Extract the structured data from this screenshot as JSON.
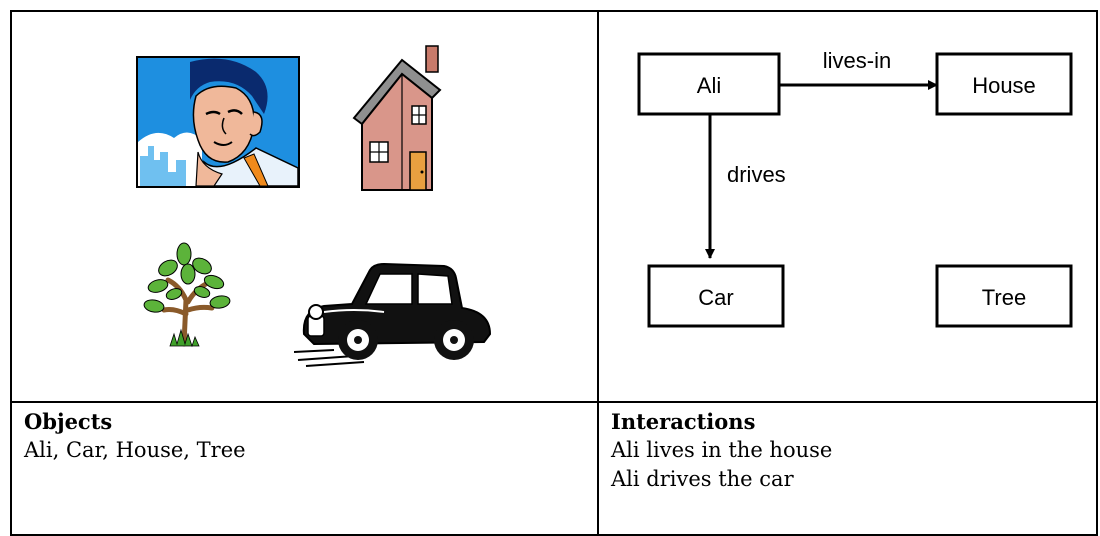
{
  "pictures": {
    "person": "man-portrait-clipart",
    "house": "house-clipart",
    "tree": "tree-clipart",
    "car": "vintage-car-clipart"
  },
  "diagram": {
    "nodes": {
      "ali": "Ali",
      "house": "House",
      "car": "Car",
      "tree": "Tree"
    },
    "edges": {
      "lives_in": "lives-in",
      "drives": "drives"
    }
  },
  "objects": {
    "heading": "Objects",
    "text": "Ali, Car, House, Tree"
  },
  "interactions": {
    "heading": "Interactions",
    "lines": [
      "Ali lives in the house",
      "Ali drives the car"
    ]
  },
  "colors": {
    "line": "#000000",
    "sky": "#1e8fe0",
    "roof": "#8f8f8f",
    "wall": "#d9968a",
    "leaf": "#5cb33a"
  }
}
